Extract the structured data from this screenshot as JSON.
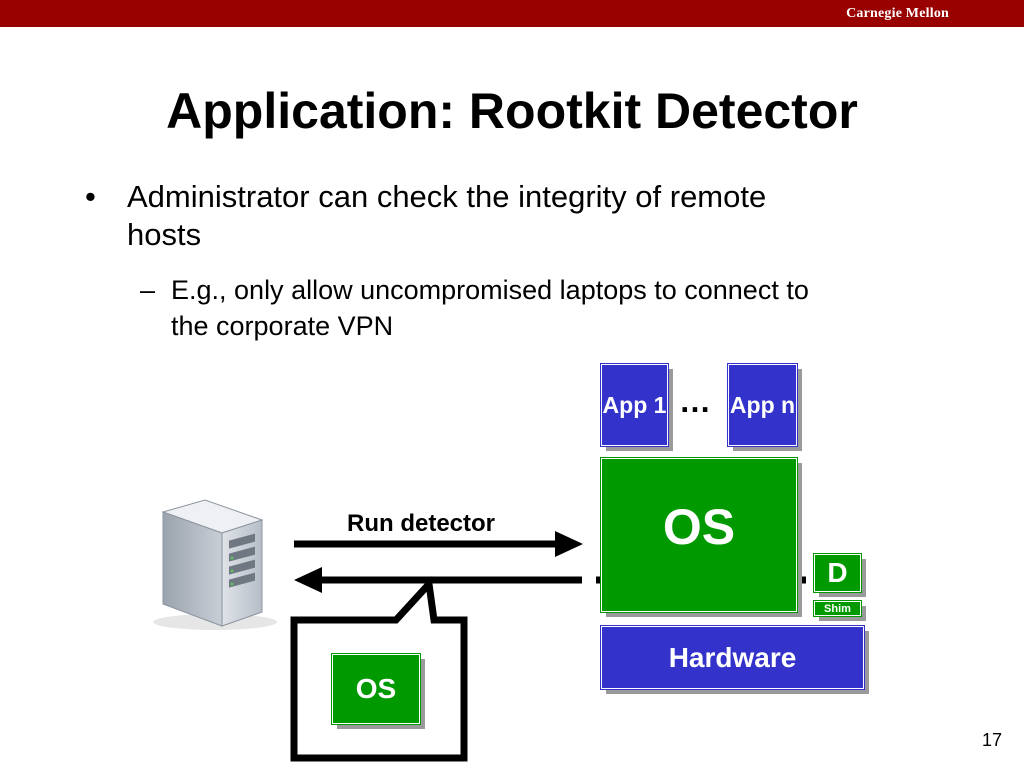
{
  "header": {
    "brand": "Carnegie Mellon"
  },
  "slide": {
    "title": "Application: Rootkit Detector",
    "bullet_1": {
      "marker": "•",
      "text": "Administrator can check the integrity of remote hosts"
    },
    "bullet_2": {
      "marker": "–",
      "text": "E.g., only allow uncompromised laptops to connect to the corporate VPN"
    },
    "page_number": "17"
  },
  "diagram": {
    "app_1": "App 1",
    "app_n": "App n",
    "ellipsis": "…",
    "os_main": "OS",
    "d_label": "D",
    "shim_label": "Shim",
    "hardware_label": "Hardware",
    "os_callout": "OS",
    "arrow_label": "Run detector",
    "server_icon": "server-tower-icon",
    "colors": {
      "blue": "#3333cc",
      "green": "#009a00",
      "header": "#990000"
    }
  }
}
